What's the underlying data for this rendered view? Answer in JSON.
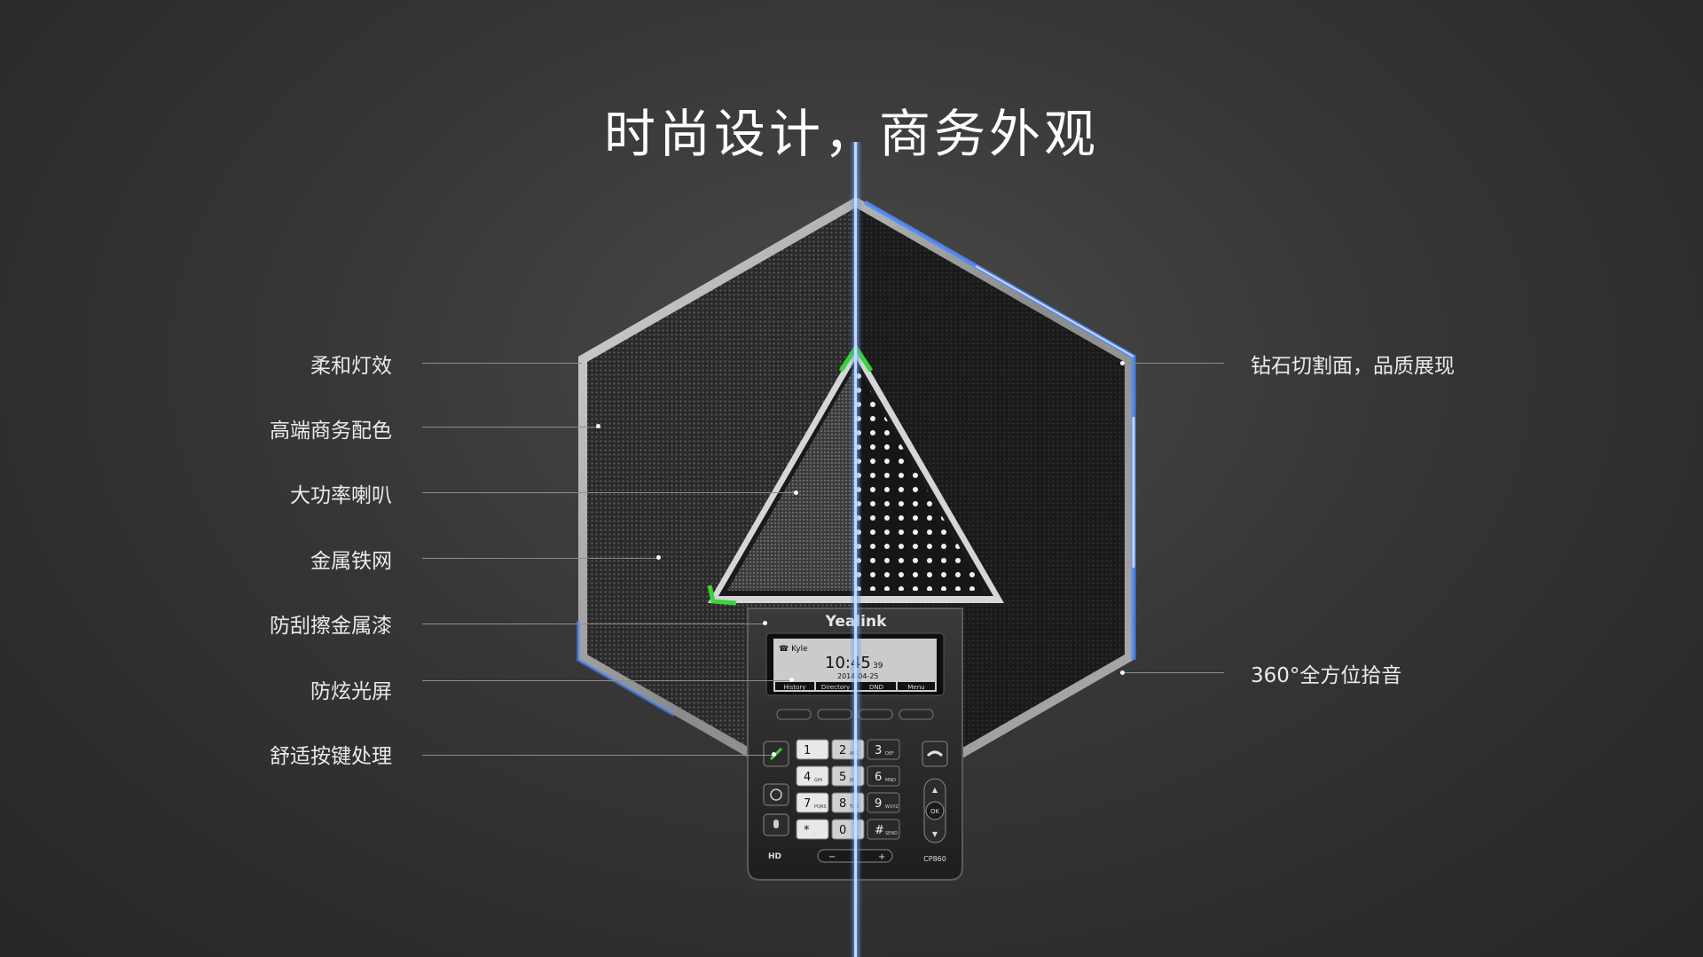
{
  "title": "时尚设计，商务外观",
  "features_left": [
    "柔和灯效",
    "高端商务配色",
    "大功率喇叭",
    "金属铁网",
    "防刮擦金属漆",
    "防炫光屏",
    "舒适按键处理"
  ],
  "features_right": [
    "钻石切割面，品质展现",
    "360°全方位拾音"
  ],
  "device": {
    "brand": "Yealink",
    "model": "CP860",
    "hd_badge": "HD",
    "screen": {
      "contact": "Kyle",
      "time": "10:45",
      "seconds": "39",
      "date": "2014-04-25",
      "softkeys": [
        "History",
        "Directory",
        "DND",
        "Menu"
      ]
    },
    "keypad": [
      {
        "digit": "1",
        "letters": ""
      },
      {
        "digit": "2",
        "letters": "ABC"
      },
      {
        "digit": "3",
        "letters": "DEF"
      },
      {
        "digit": "4",
        "letters": "GHI"
      },
      {
        "digit": "5",
        "letters": "JKL"
      },
      {
        "digit": "6",
        "letters": "MNO"
      },
      {
        "digit": "7",
        "letters": "PQRS"
      },
      {
        "digit": "8",
        "letters": "TUV"
      },
      {
        "digit": "9",
        "letters": "WXYZ"
      },
      {
        "digit": "*",
        "letters": "."
      },
      {
        "digit": "0",
        "letters": ""
      },
      {
        "digit": "#",
        "letters": "SEND"
      }
    ],
    "ok_label": "OK",
    "volume_minus": "−",
    "volume_plus": "+"
  },
  "colors": {
    "accent_blue": "#3f7fff",
    "led_green": "#39d43a",
    "background": "#333333"
  }
}
